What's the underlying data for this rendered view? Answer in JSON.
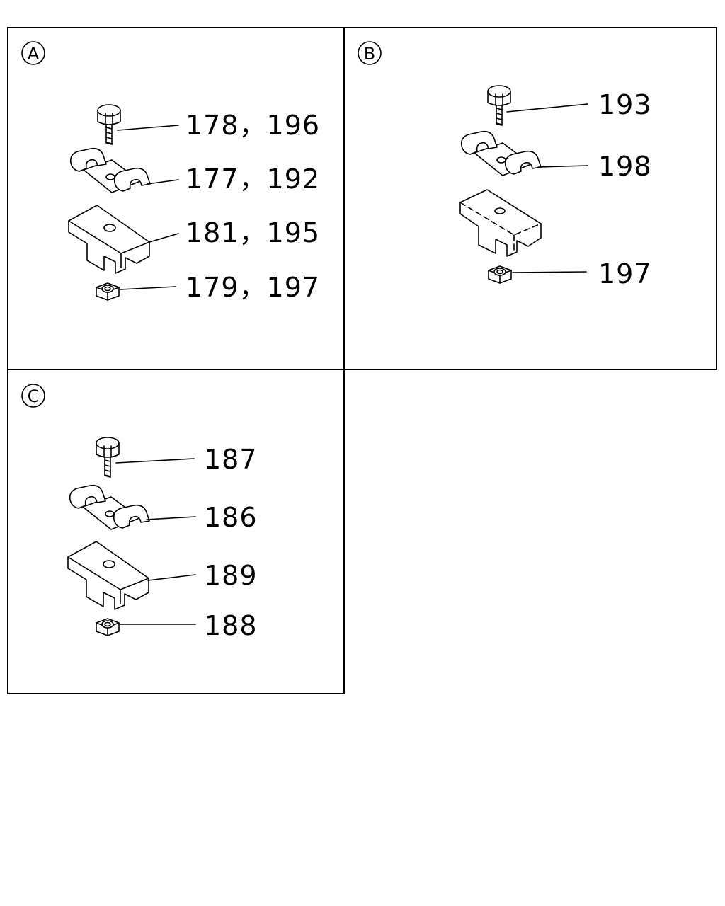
{
  "panels": [
    {
      "id": "A",
      "letter": "A",
      "labels": [
        "178，196",
        "177，192",
        "181，195",
        "179，197"
      ]
    },
    {
      "id": "B",
      "letter": "B",
      "labels": [
        "193",
        "198",
        "197"
      ]
    },
    {
      "id": "C",
      "letter": "C",
      "labels": [
        "187",
        "186",
        "189",
        "188"
      ]
    }
  ]
}
